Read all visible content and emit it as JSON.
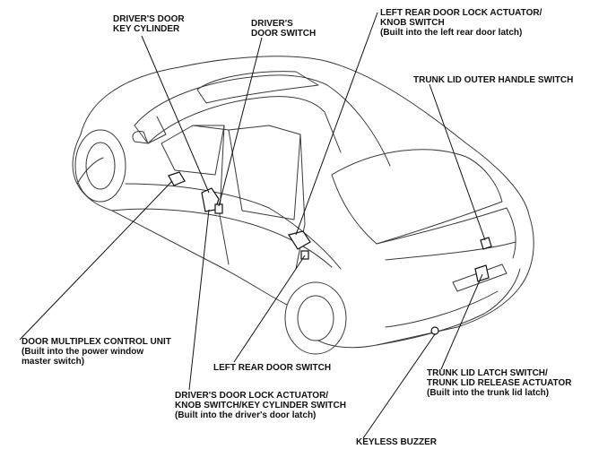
{
  "diagram": {
    "colors": {
      "ink": "#111111",
      "car_line": "#3a3a3a",
      "background": "#ffffff"
    },
    "labels": {
      "drivers_door_key_cylinder": [
        "DRIVER'S DOOR",
        "KEY CYLINDER"
      ],
      "drivers_door_switch": [
        "DRIVER'S",
        "DOOR SWITCH"
      ],
      "left_rear_door_lock_actuator": [
        "LEFT REAR DOOR LOCK ACTUATOR/",
        "KNOB SWITCH",
        "(Built into the left rear door latch)"
      ],
      "trunk_lid_outer_handle_switch": [
        "TRUNK LID OUTER HANDLE SWITCH"
      ],
      "door_multiplex_control_unit": [
        "DOOR MULTIPLEX CONTROL UNIT",
        "(Built into the power window",
        "master switch)"
      ],
      "left_rear_door_switch": [
        "LEFT REAR DOOR SWITCH"
      ],
      "trunk_lid_latch_switch": [
        "TRUNK LID LATCH SWITCH/",
        "TRUNK LID RELEASE ACTUATOR",
        "(Built into the trunk lid latch)"
      ],
      "drivers_door_lock_actuator": [
        "DRIVER'S DOOR LOCK ACTUATOR/",
        "KNOB SWITCH/KEY CYLINDER SWITCH",
        "(Built into the driver's door latch)"
      ],
      "keyless_buzzer": [
        "KEYLESS BUZZER"
      ]
    }
  }
}
